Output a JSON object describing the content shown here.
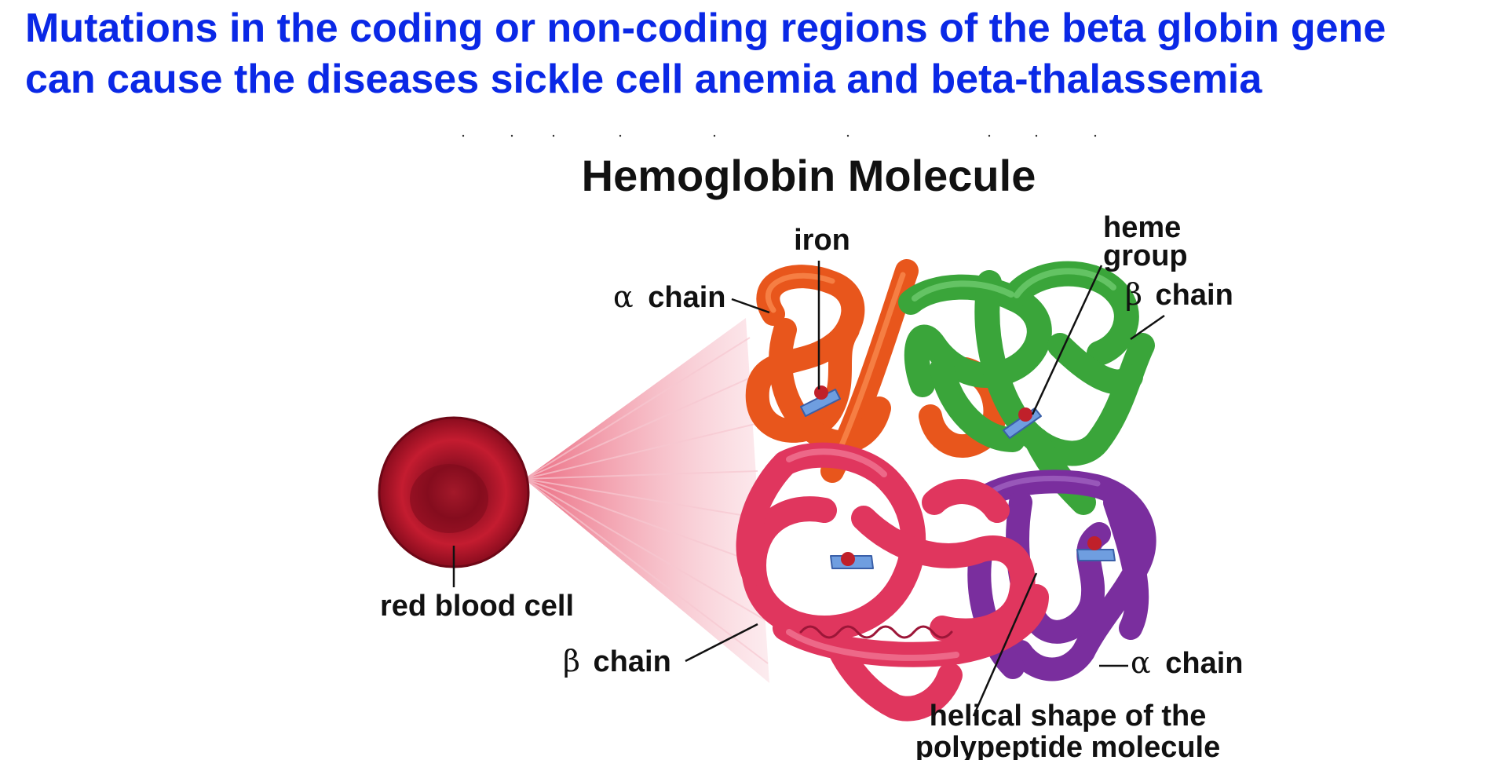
{
  "slide": {
    "title_line1": "Mutations in the coding or non-coding regions of the beta globin gene",
    "title_line2": "can cause the diseases sickle cell anemia and beta-thalassemia",
    "title_color": "#0a28e6"
  },
  "figure": {
    "heading": "Hemoglobin Molecule",
    "labels": {
      "iron": "iron",
      "heme_line1": "heme",
      "heme_line2": "group",
      "alpha_symbol": "α",
      "beta_symbol": "β",
      "chain_word": "chain",
      "red_blood_cell": "red blood cell",
      "helical_line1": "helical shape of the",
      "helical_line2": "polypeptide molecule"
    },
    "colors": {
      "alpha_chain_top": "#e8561c",
      "beta_chain_right": "#3aa53a",
      "beta_chain_bottom": "#e0365e",
      "alpha_chain_bottom": "#7a2e9e",
      "red_blood_cell": "#b0182a",
      "heme": "#6f9ee0",
      "iron": "#c0202a"
    }
  }
}
